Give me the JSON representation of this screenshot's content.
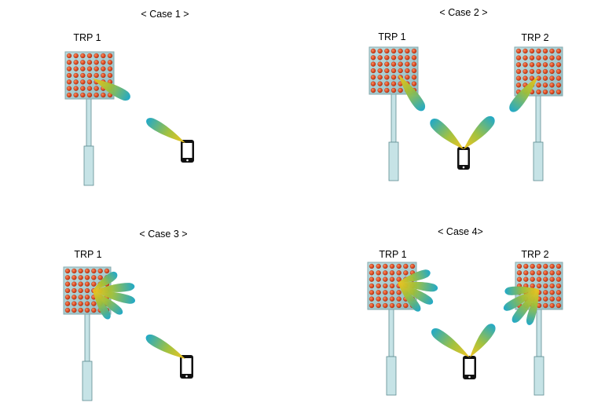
{
  "colors": {
    "panel_face": "#a9cfd3",
    "panel_border": "#86a9ad",
    "element": "#e0401a",
    "pole_fill": "#c6e3e6",
    "pole_stroke": "#5f8d92",
    "beam_cyan": "#1aa6c7",
    "beam_gold": "#f2c21a",
    "phone": "#111111"
  },
  "icons": [
    "antenna-panel-icon",
    "pole-icon",
    "beam-lobe-icon",
    "phone-icon"
  ],
  "cases": [
    {
      "title": "< Case 1 >",
      "trps": [
        {
          "label": "TRP 1"
        }
      ]
    },
    {
      "title": "< Case 2 >",
      "trps": [
        {
          "label": "TRP 1"
        },
        {
          "label": "TRP 2"
        }
      ]
    },
    {
      "title": "< Case 3 >",
      "trps": [
        {
          "label": "TRP 1"
        }
      ]
    },
    {
      "title": "< Case 4>",
      "trps": [
        {
          "label": "TRP 1"
        },
        {
          "label": "TRP 2"
        }
      ]
    }
  ]
}
